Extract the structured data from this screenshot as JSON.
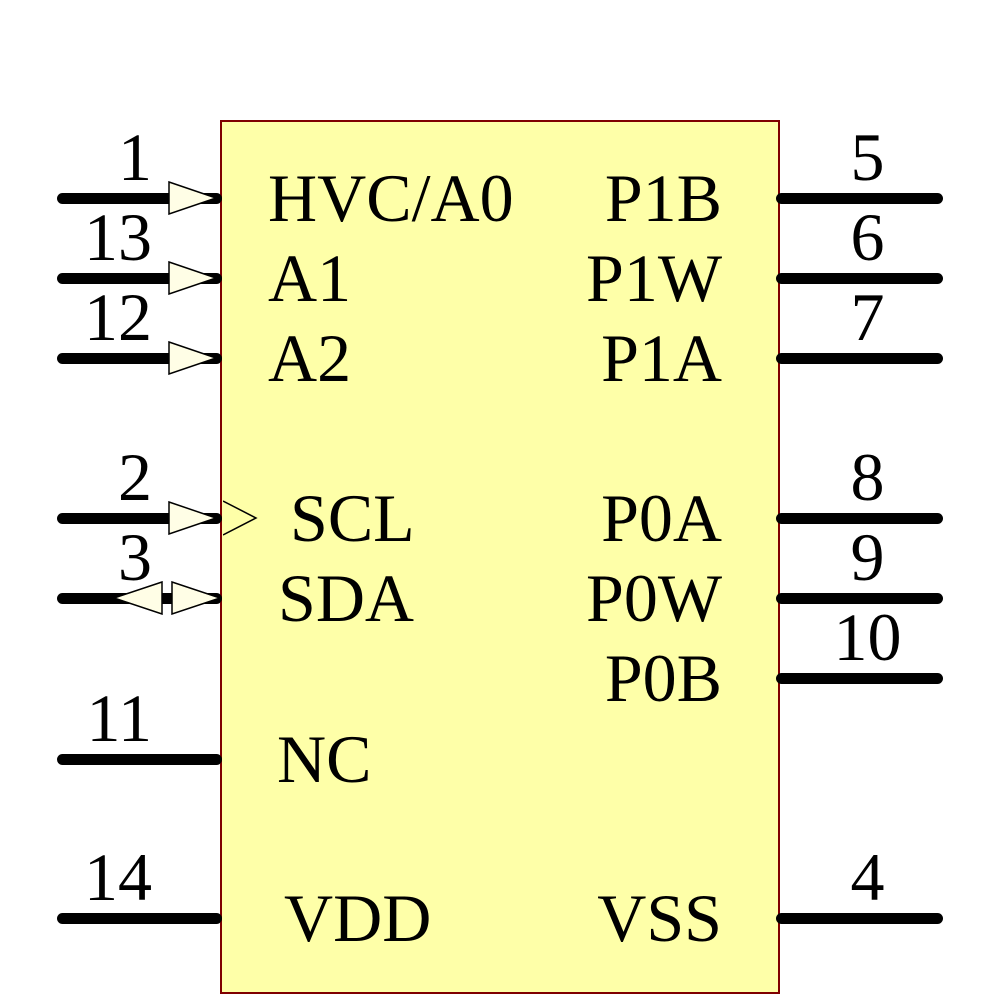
{
  "component": {
    "kind": "ic-schematic-symbol",
    "colors": {
      "body_fill": "#feffa8",
      "body_border": "#7f0000",
      "arrow_fill": "#fffee6",
      "wire": "#000000",
      "text": "#000000",
      "background": "#ffffff"
    },
    "left_pins": [
      {
        "number": "1",
        "label": "HVC/A0",
        "arrow": "input"
      },
      {
        "number": "13",
        "label": "A1",
        "arrow": "input"
      },
      {
        "number": "12",
        "label": "A2",
        "arrow": "input"
      },
      {
        "number": "2",
        "label": "SCL",
        "arrow": "input-clock"
      },
      {
        "number": "3",
        "label": "SDA",
        "arrow": "bidirectional"
      },
      {
        "number": "11",
        "label": "NC",
        "arrow": "none"
      },
      {
        "number": "14",
        "label": "VDD",
        "arrow": "none"
      }
    ],
    "right_pins": [
      {
        "number": "5",
        "label": "P1B"
      },
      {
        "number": "6",
        "label": "P1W"
      },
      {
        "number": "7",
        "label": "P1A"
      },
      {
        "number": "8",
        "label": "P0A"
      },
      {
        "number": "9",
        "label": "P0W"
      },
      {
        "number": "10",
        "label": "P0B"
      },
      {
        "number": "4",
        "label": "VSS"
      }
    ]
  }
}
